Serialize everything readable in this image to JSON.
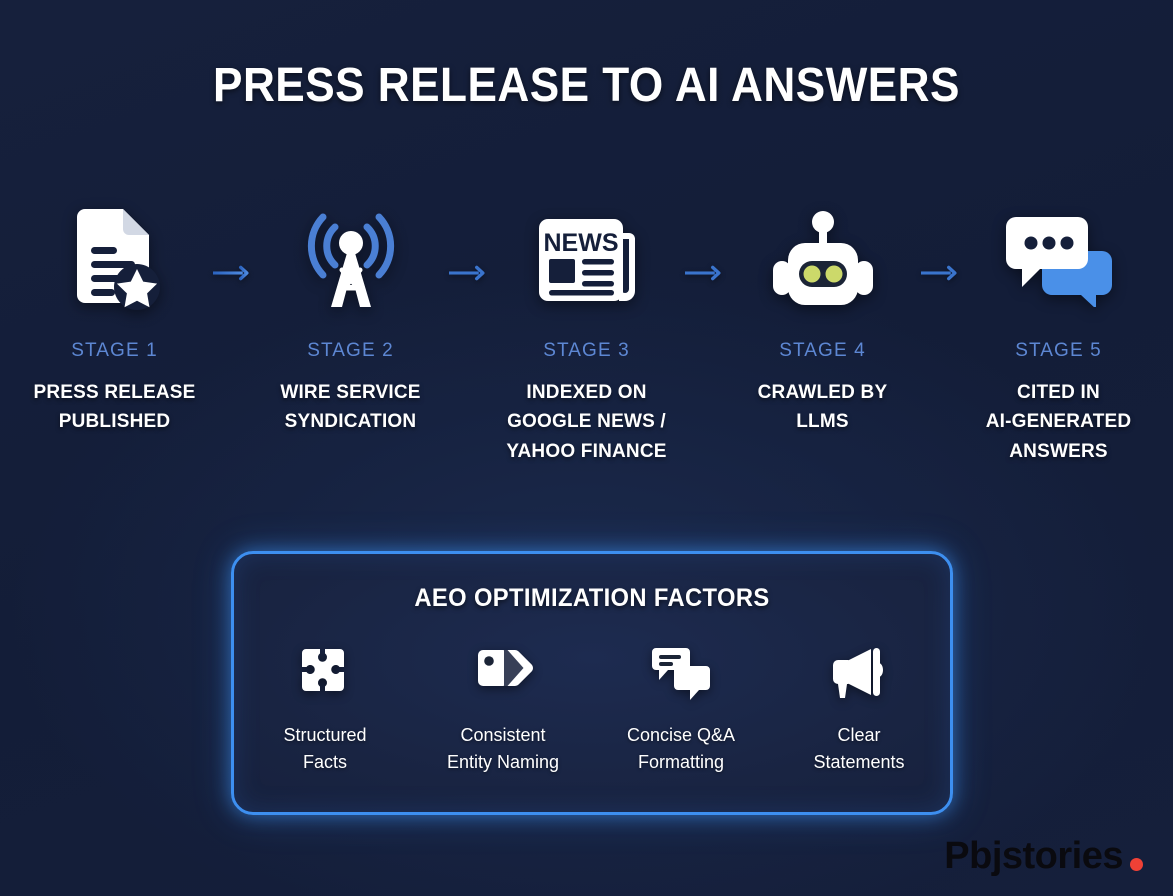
{
  "title": "PRESS RELEASE TO AI ANSWERS",
  "colors": {
    "background": "#151f3a",
    "stage_number": "#5d87d3",
    "accent_blue": "#3d8ff0",
    "arrow_blue": "#2f6fd0",
    "icon_white": "#ffffff",
    "robot_eye": "#ccd96a",
    "logo_dot": "#ef4136"
  },
  "pipeline": {
    "stages": [
      {
        "number": "STAGE 1",
        "label": "PRESS RELEASE\nPUBLISHED",
        "icon": "document-star-icon"
      },
      {
        "number": "STAGE 2",
        "label": "WIRE SERVICE\nSYNDICATION",
        "icon": "broadcast-tower-icon"
      },
      {
        "number": "STAGE 3",
        "label": "INDEXED ON\nGOOGLE NEWS /\nYAHOO FINANCE",
        "icon": "newspaper-icon"
      },
      {
        "number": "STAGE 4",
        "label": "CRAWLED BY\nLLMS",
        "icon": "robot-icon"
      },
      {
        "number": "STAGE 5",
        "label": "CITED IN\nAI-GENERATED\nANSWERS",
        "icon": "chat-bubbles-icon"
      }
    ],
    "arrow_count": 4,
    "newspaper_headline": "NEWS"
  },
  "aeo": {
    "title": "AEO OPTIMIZATION FACTORS",
    "factors": [
      {
        "label": "Structured\nFacts",
        "icon": "puzzle-icon"
      },
      {
        "label": "Consistent\nEntity Naming",
        "icon": "tags-icon"
      },
      {
        "label": "Concise Q&A\nFormatting",
        "icon": "qa-bubbles-icon"
      },
      {
        "label": "Clear\nStatements",
        "icon": "megaphone-icon"
      }
    ]
  },
  "logo": {
    "text": "Pbjstories"
  }
}
